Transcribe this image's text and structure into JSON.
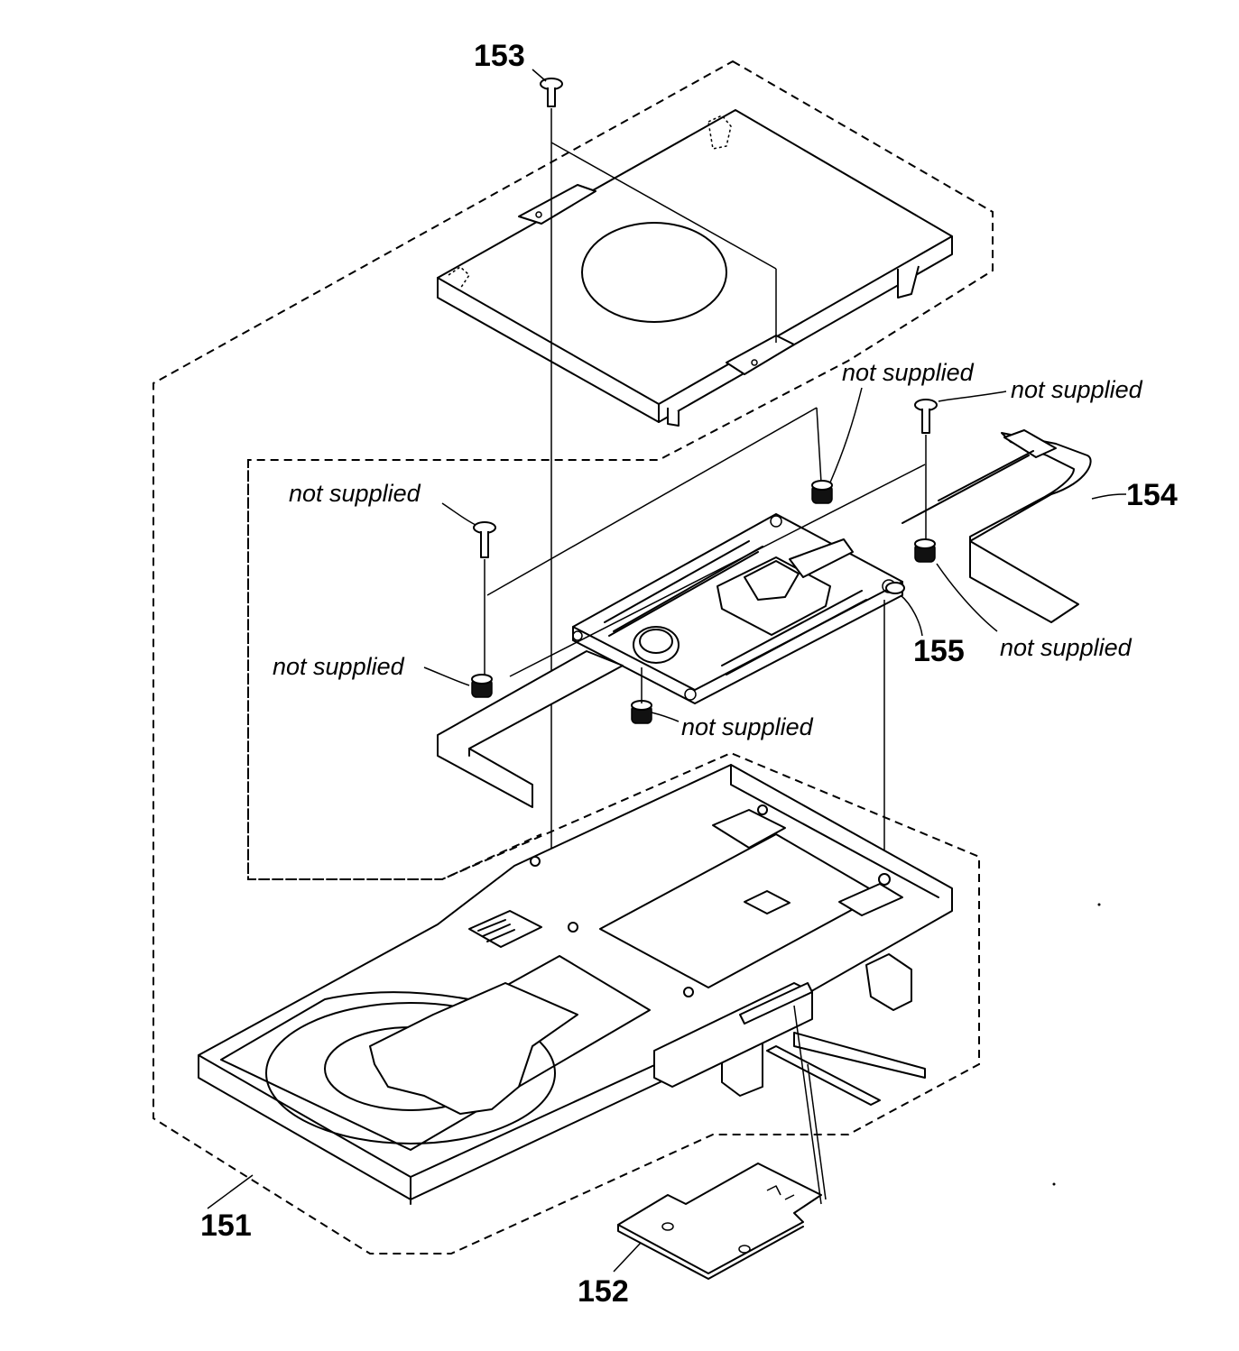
{
  "diagram": {
    "part_numbers": {
      "p151": "151",
      "p152": "152",
      "p153": "153",
      "p154": "154",
      "p155": "155"
    },
    "notes": {
      "n1": "not supplied",
      "n2": "not supplied",
      "n3": "not supplied",
      "n4": "not supplied",
      "n5": "not supplied",
      "n6": "not supplied"
    },
    "line_color": "#000000",
    "background_color": "#ffffff"
  }
}
